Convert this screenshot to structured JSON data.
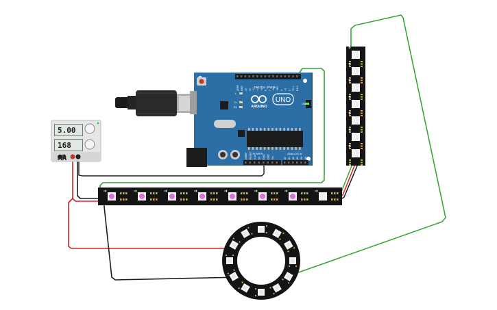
{
  "power_supply": {
    "voltage": "5.00 V",
    "current": "168 mA"
  },
  "arduino": {
    "logo_text": "ARDUINO",
    "model": "UNO",
    "digital_header": "DIGITAL (PWM~)",
    "power_header": "POWER",
    "analog_header": "ANALOG IN",
    "led_labels": [
      "L",
      "TX",
      "RX"
    ],
    "on_label": "ON",
    "pin_labels_top": [
      "AREF",
      "GND",
      "13",
      "12",
      "~11",
      "~10",
      "~9",
      "8",
      "7",
      "~6",
      "~5",
      "4",
      "~3",
      "2",
      "TX 1",
      "RX 0"
    ],
    "pin_labels_power": [
      "IOREF",
      "RESET",
      "3.3V",
      "5V",
      "GND",
      "GND",
      "Vin"
    ],
    "pin_labels_analog": [
      "A0",
      "A1",
      "A2",
      "A3",
      "A4",
      "A5"
    ]
  },
  "colors": {
    "board": "#2c6fa6",
    "wire_green": "#3aa33a",
    "wire_red": "#d62020",
    "wire_black": "#1c1c1c",
    "led_on": "#e06ee0",
    "strip": "#141414"
  }
}
